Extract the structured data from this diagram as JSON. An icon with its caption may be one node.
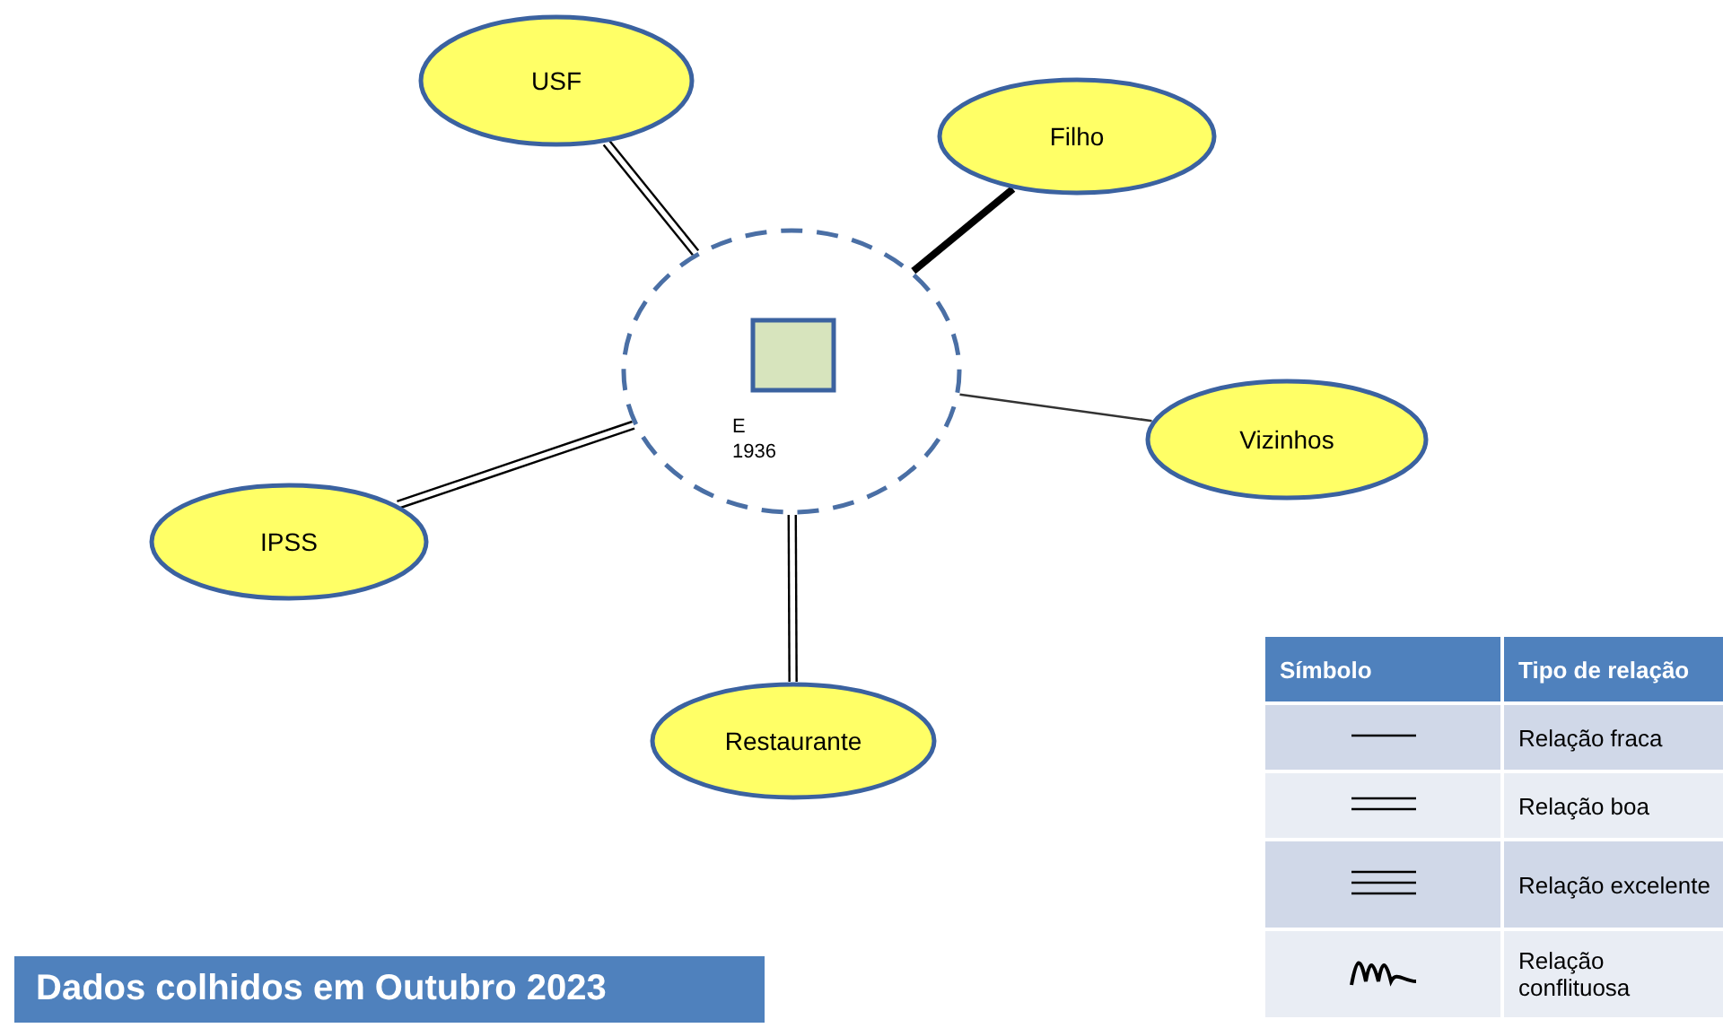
{
  "diagram": {
    "caption": "Dados colhidos em Outubro 2023",
    "nodes": [
      {
        "text": [],
        "shape": "circle"
      },
      {
        "text": [],
        "shape": "box",
        "in": 0,
        "beside": [
          "E 1936"
        ]
      },
      {
        "text": [
          "USF"
        ]
      },
      {
        "text": [
          "Filho"
        ]
      },
      {
        "text": [
          "Vizinhos"
        ]
      },
      {
        "text": [
          "IPSS"
        ]
      },
      {
        "text": [
          "Restaurante"
        ]
      }
    ],
    "edges": [
      {
        "from": 2,
        "to": 0,
        "arrow": "none"
      },
      {
        "from": 3,
        "to": 0,
        "arrow": "none",
        "style": "thick"
      },
      {
        "from": 0,
        "to": 4,
        "arrow": "none",
        "color": "#333333"
      },
      {
        "from": 0,
        "to": 5,
        "arrow": "none"
      },
      {
        "from": 0,
        "to": 6,
        "arrow": "none"
      }
    ],
    "labels": [
      "Símbolo",
      "Tipo de relação"
    ],
    "legend": [
      {
        "text": "Relação fraca"
      },
      {
        "text": "Relação boa"
      },
      {
        "text": "Relação excelente"
      },
      {
        "text": "Relação conflituosa"
      }
    ]
  }
}
